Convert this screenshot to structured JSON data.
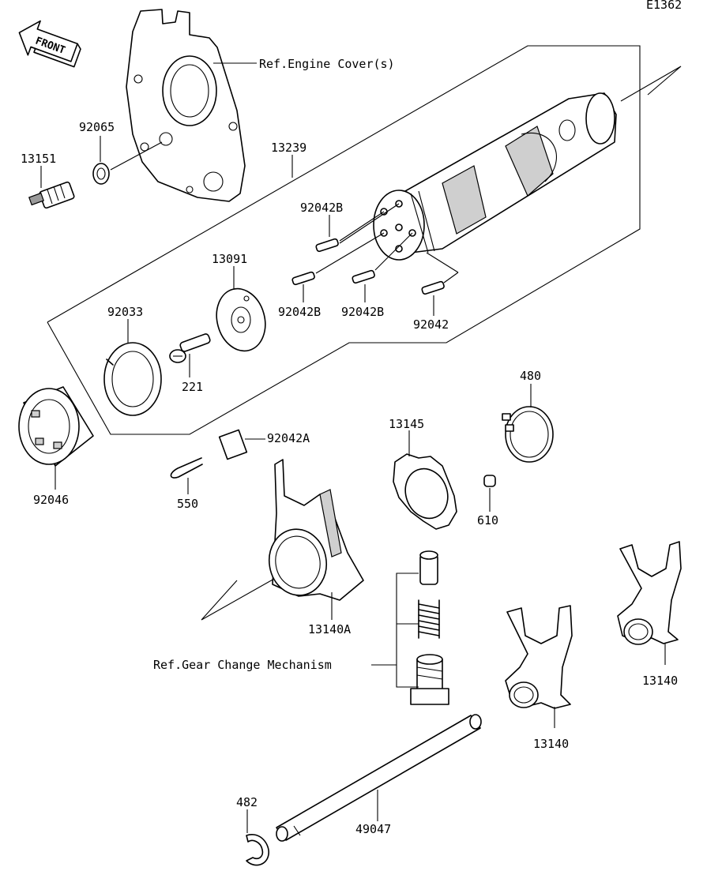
{
  "diagram_code": "E1362",
  "front_label": "FRONT",
  "references": {
    "engine_cover": "Ref.Engine Cover(s)",
    "gear_change": "Ref.Gear Change Mechanism"
  },
  "parts": {
    "p13151": "13151",
    "p92065": "92065",
    "p13239": "13239",
    "p92042B_top": "92042B",
    "p92042B_left": "92042B",
    "p92042B_mid": "92042B",
    "p92042": "92042",
    "p13091": "13091",
    "p92033": "92033",
    "p221": "221",
    "p92046": "92046",
    "p92042A": "92042A",
    "p550": "550",
    "p13145": "13145",
    "p480": "480",
    "p610": "610",
    "p13140A": "13140A",
    "p13140_right": "13140",
    "p13140_mid": "13140",
    "p482": "482",
    "p49047": "49047"
  }
}
